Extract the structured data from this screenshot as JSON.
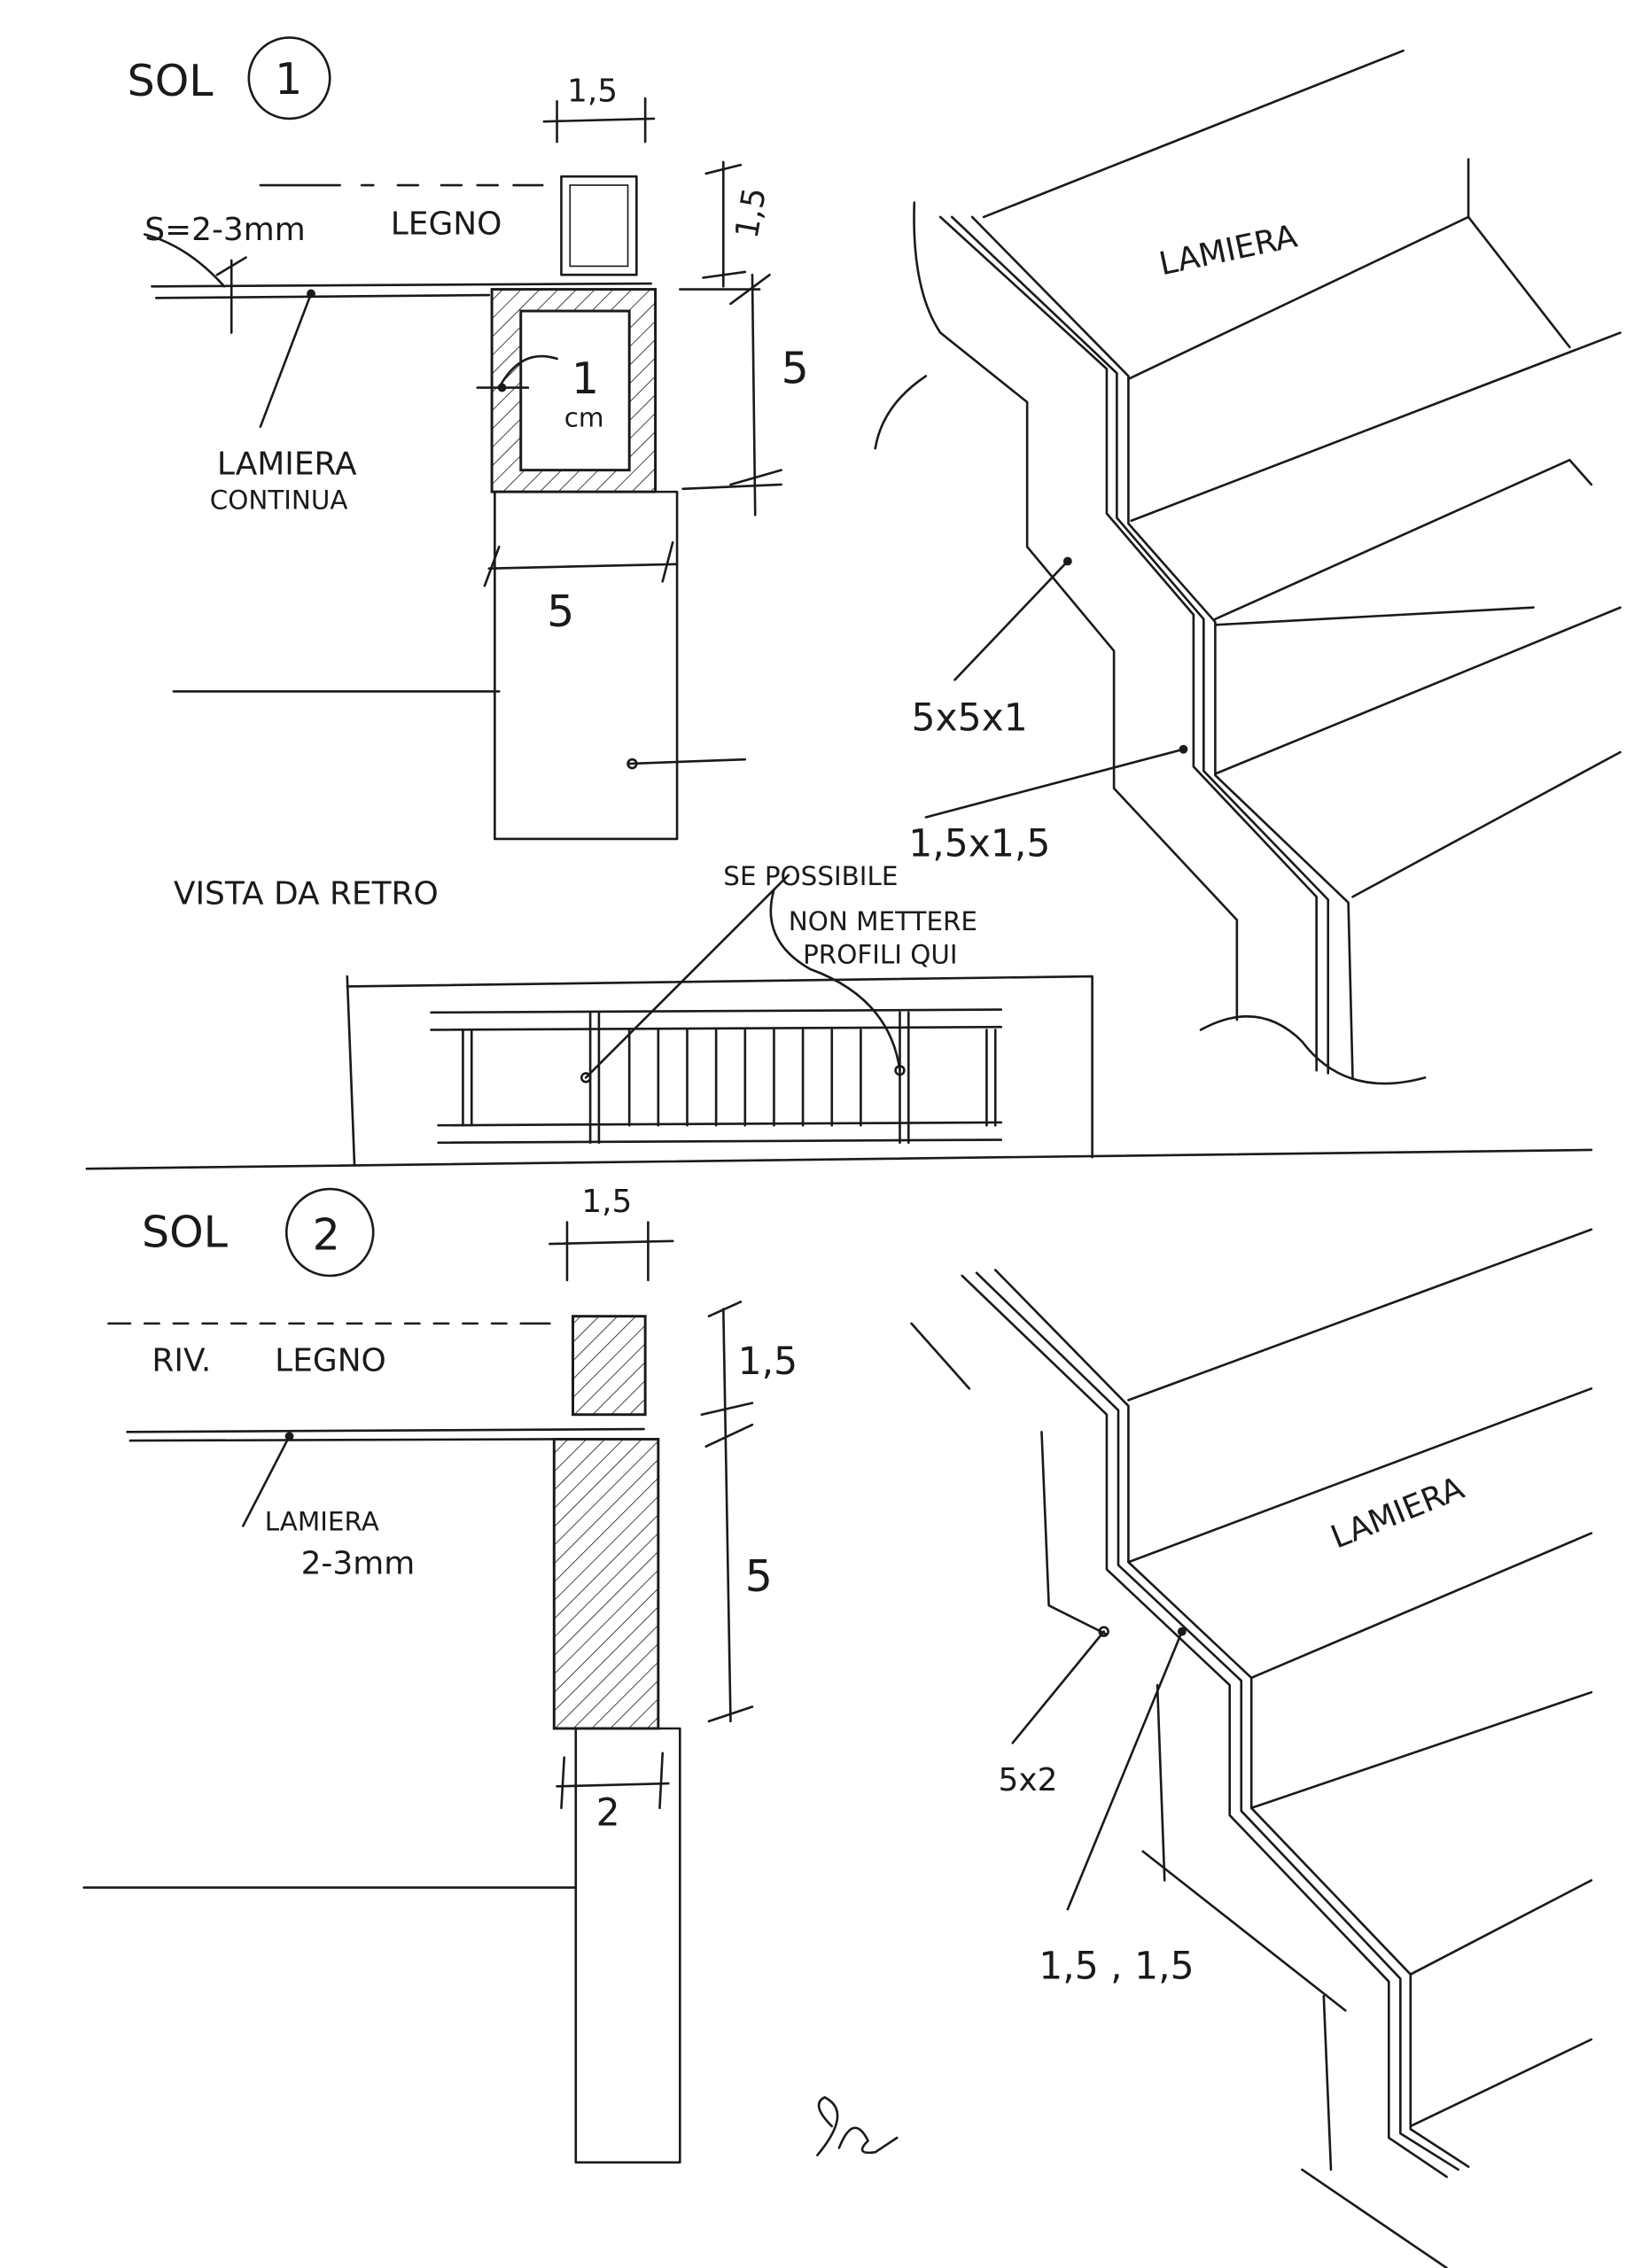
{
  "sol1": {
    "label": "SOL",
    "number": "1",
    "dim_top": "1,5",
    "dim_box_height": "1,5",
    "thickness": "S=2-3mm",
    "wood": "LEGNO",
    "dim_tube_height": "5",
    "wall": "1",
    "wall_unit": "cm",
    "sheet_line1": "LAMIERA",
    "sheet_line2": "CONTINUA",
    "dim_post_width": "5",
    "view_title": "VISTA DA RETRO",
    "note_line1": "SE POSSIBILE",
    "note_line2": "NON METTERE",
    "note_line3": "PROFILI QUI",
    "profile_small": "1,5x1,5",
    "stair_sheet": "LAMIERA",
    "profile_main": "5x5x1"
  },
  "sol2": {
    "label": "SOL",
    "number": "2",
    "dim_top": "1,5",
    "wood_prefix": "RIV.",
    "wood": "LEGNO",
    "dim_box_height": "1,5",
    "sheet_line1": "LAMIERA",
    "sheet_line2": "2-3mm",
    "dim_bar_height": "5",
    "dim_bar_width": "2",
    "stair_sheet": "LAMIERA",
    "profile_main": "5x2",
    "profile_small": "1,5 , 1,5"
  },
  "signature": "SE"
}
